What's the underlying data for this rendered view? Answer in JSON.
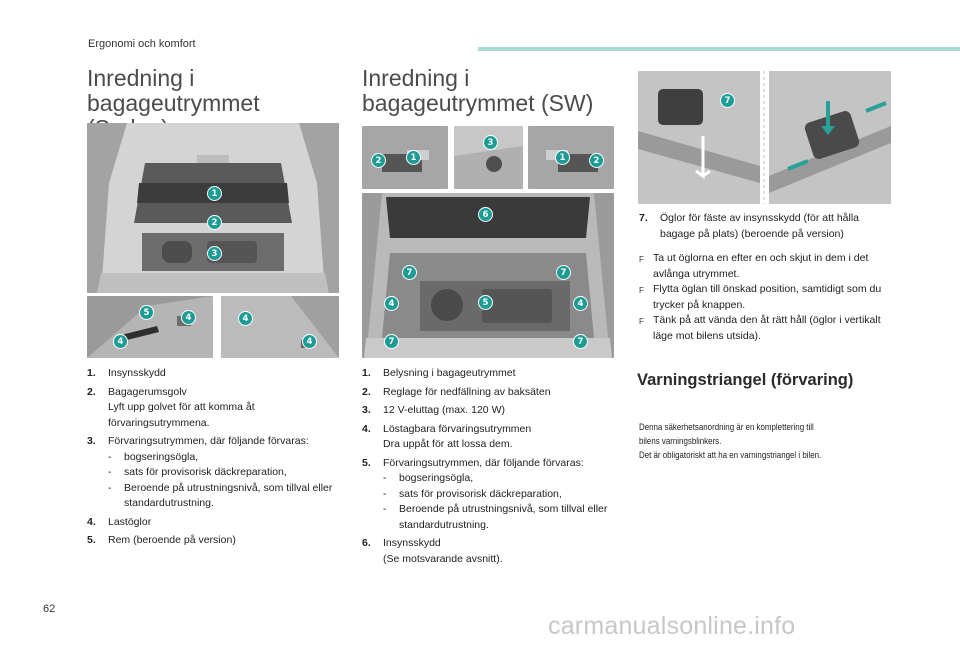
{
  "header": {
    "section": "Ergonomi och komfort"
  },
  "sedan": {
    "title_line1": "Inredning i",
    "title_line2": "bagageutrymmet (Sedan)",
    "items": [
      {
        "num": "1.",
        "text": "Insynsskydd"
      },
      {
        "num": "2.",
        "text": "Bagagerumsgolv",
        "detail": "Lyft upp golvet för att komma åt förvaringsutrymmena."
      },
      {
        "num": "3.",
        "text": "Förvaringsutrymmen, där följande förvaras:",
        "subs": [
          "bogseringsögla,",
          "sats för provisorisk däckreparation,",
          "Beroende på utrustningsnivå, som tillval eller standardutrustning."
        ]
      },
      {
        "num": "4.",
        "text": "Lastöglor"
      },
      {
        "num": "5.",
        "text": "Rem (beroende på version)"
      }
    ]
  },
  "sw": {
    "title_line1": "Inredning i",
    "title_line2": "bagageutrymmet (SW)",
    "items": [
      {
        "num": "1.",
        "text": "Belysning i bagageutrymmet"
      },
      {
        "num": "2.",
        "text": "Reglage för nedfällning av baksäten"
      },
      {
        "num": "3.",
        "text": "12 V-eluttag (max. 120 W)"
      },
      {
        "num": "4.",
        "text": "Löstagbara förvaringsutrymmen",
        "detail": "Dra uppåt för att lossa dem."
      },
      {
        "num": "5.",
        "text": "Förvaringsutrymmen, där följande förvaras:",
        "subs": [
          "bogseringsögla,",
          "sats för provisorisk däckreparation,",
          "Beroende på utrustningsnivå, som tillval eller standardutrustning."
        ]
      },
      {
        "num": "6.",
        "text": "Insynsskydd",
        "detail": "(Se motsvarande avsnitt)."
      }
    ]
  },
  "hooks": {
    "num": "7.",
    "text": "Öglor för fäste av insynsskydd (för att hålla bagage på plats) (beroende på version)",
    "bullet_symbol": "F",
    "bullets": [
      "Ta ut öglorna en efter en och skjut in dem i det avlånga utrymmet.",
      "Flytta öglan till önskad position, samtidigt som du trycker på knappen.",
      "Tänk på att vända den åt rätt håll (öglor i vertikalt läge mot bilens utsida)."
    ]
  },
  "warning": {
    "title": "Varningstriangel (förvaring)",
    "line1": "Denna säkerhetsanordning är en komplettering till",
    "line2": "bilens varningsblinkers.",
    "line3": "Det är obligatoriskt att ha en varningstriangel i bilen."
  },
  "callouts": {
    "sedan_main": [
      "1",
      "2",
      "3"
    ],
    "sedan_left": [
      "5",
      "4",
      "4"
    ],
    "sedan_right": [
      "4",
      "4"
    ],
    "sw_left": [
      "2",
      "1"
    ],
    "sw_mid": [
      "3"
    ],
    "sw_right": [
      "1",
      "2"
    ],
    "sw_main": [
      "6",
      "7",
      "7",
      "4",
      "5",
      "4",
      "7",
      "7"
    ],
    "hook": [
      "7"
    ]
  },
  "page": {
    "number": "62"
  },
  "watermark": "carmanualsonline.info",
  "colors": {
    "accent": "#1b9c95",
    "header_bar": "#a9dcd9"
  }
}
